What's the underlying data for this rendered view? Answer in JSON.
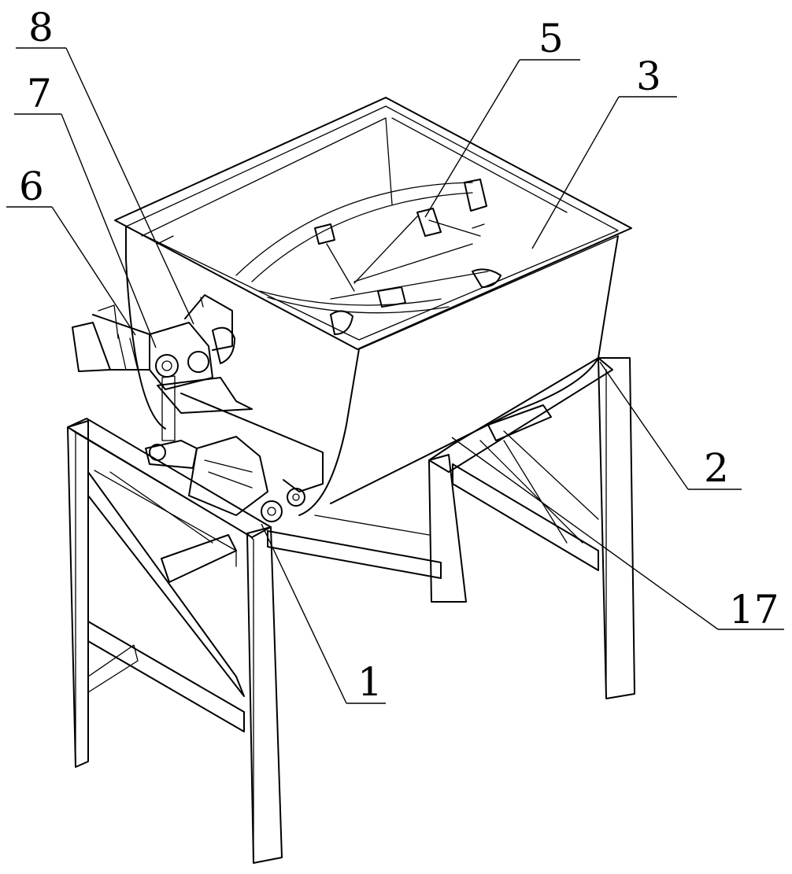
{
  "labels": {
    "l8": "8",
    "l7": "7",
    "l6": "6",
    "l5": "5",
    "l3": "3",
    "l2": "2",
    "l17": "17",
    "l1": "1"
  }
}
